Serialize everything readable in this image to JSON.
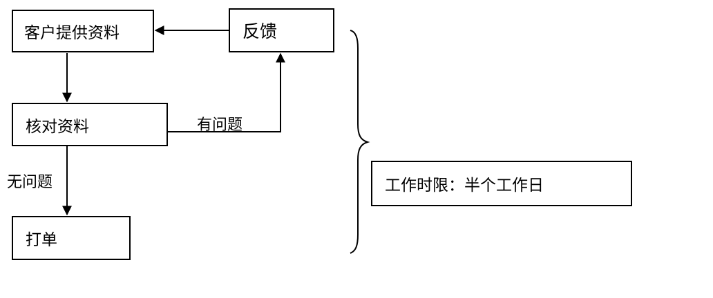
{
  "flowchart": {
    "nodes": {
      "customer_provides_data": "客户提供资料",
      "feedback": "反馈",
      "verify_data": "核对资料",
      "print_order": "打单",
      "time_limit": "工作时限：半个工作日"
    },
    "edges": [
      {
        "from": "customer_provides_data",
        "to": "verify_data",
        "label": ""
      },
      {
        "from": "verify_data",
        "to": "feedback",
        "label": "有问题"
      },
      {
        "from": "feedback",
        "to": "customer_provides_data",
        "label": ""
      },
      {
        "from": "verify_data",
        "to": "print_order",
        "label": "无问题"
      }
    ]
  }
}
